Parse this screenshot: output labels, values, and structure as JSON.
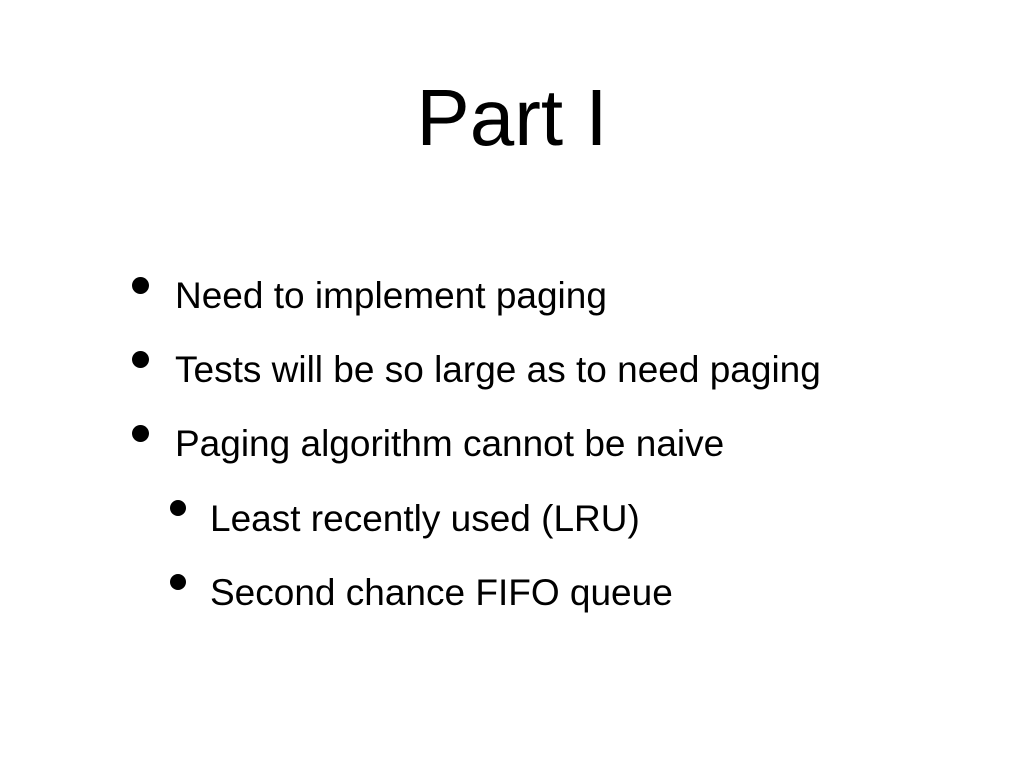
{
  "slide": {
    "title": "Part I",
    "bullets": [
      {
        "text": "Need to implement paging",
        "level": 1
      },
      {
        "text": "Tests will be so large as to need paging",
        "level": 1
      },
      {
        "text": "Paging algorithm cannot be naive",
        "level": 1
      },
      {
        "text": "Least recently used (LRU)",
        "level": 2
      },
      {
        "text": "Second chance FIFO queue",
        "level": 2
      }
    ]
  }
}
